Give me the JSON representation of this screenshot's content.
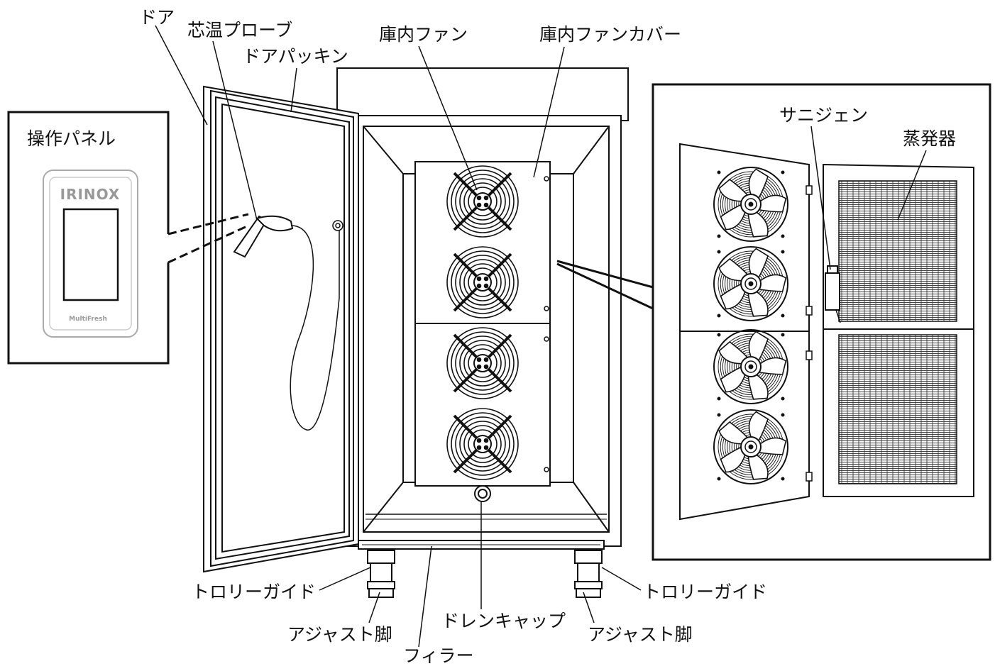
{
  "labels": {
    "door": "ドア",
    "core_probe": "芯温プローブ",
    "door_gasket": "ドアパッキン",
    "inner_fan": "庫内ファン",
    "inner_fan_cover": "庫内ファンカバー",
    "operation_panel": "操作パネル",
    "sanigen": "サニジェン",
    "evaporator": "蒸発器",
    "trolley_guide_left": "トロリーガイド",
    "trolley_guide_right": "トロリーガイド",
    "adjust_leg_left": "アジャスト脚",
    "adjust_leg_right": "アジャスト脚",
    "drain_cap": "ドレンキャップ",
    "filler": "フィラー"
  },
  "panel": {
    "brand": "IRINOX",
    "model": "MultiFresh"
  },
  "colors": {
    "line": "#111111",
    "grid": "#555555",
    "panel_gray": "#aaaaaa"
  }
}
